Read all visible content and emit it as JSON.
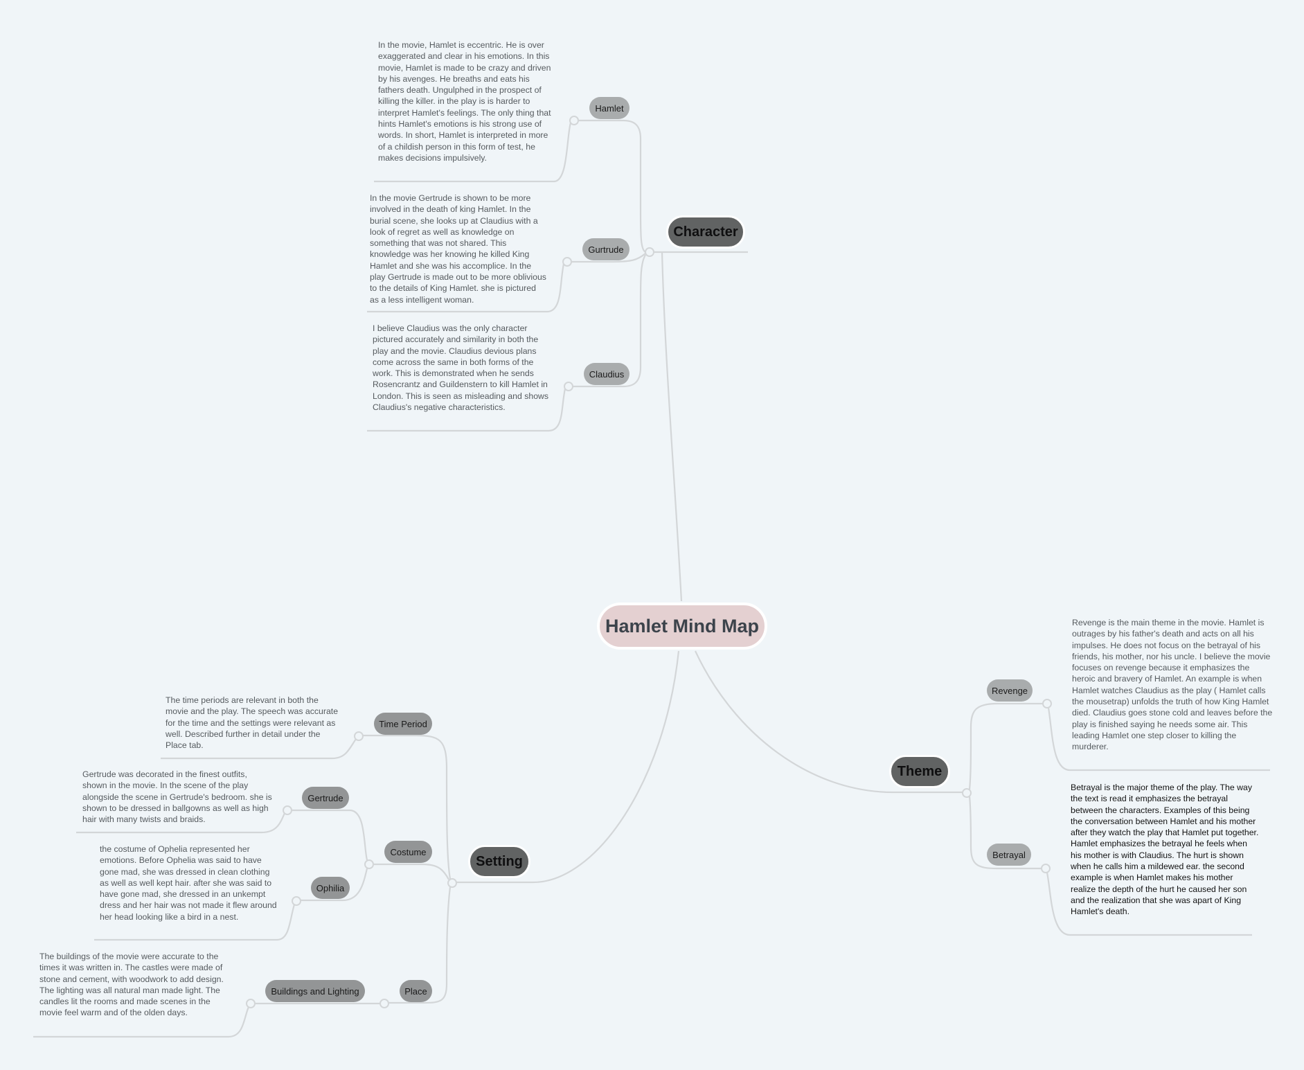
{
  "root": {
    "label": "Hamlet Mind Map",
    "color": "#e4d0d1"
  },
  "branches": {
    "character": {
      "label": "Character",
      "children": [
        {
          "label": "Hamlet",
          "note": "In the movie, Hamlet is eccentric. He is over exaggerated and clear in his emotions. In this movie, Hamlet is made to be crazy and driven by his avenges. He breaths and eats his fathers death. Ungulphed in the prospect of killing the killer. in the play is is harder to interpret Hamlet's feelings. The only thing that hints Hamlet's emotions is his strong use of words. In short, Hamlet is interpreted in more of a childish person in this form of test, he makes decisions impulsively."
        },
        {
          "label": "Gurtrude",
          "note": "In the movie Gertrude is shown to be more involved in the death of king Hamlet. In the burial scene, she looks up at Claudius with a look of regret as well as knowledge on something that was not shared. This knowledge was her knowing he killed King Hamlet and she was his accomplice. In the play Gertrude is made out to be more oblivious to the details of King Hamlet. she is pictured as a less intelligent woman."
        },
        {
          "label": "Claudius",
          "note": "I believe Claudius was the only character pictured accurately and similarity in both the play and the movie. Claudius devious plans come across the same in both forms of the work. This is demonstrated when he sends Rosencrantz and Guildenstern to kill Hamlet in London. This is seen as misleading and shows Claudius's negative characteristics."
        }
      ]
    },
    "theme": {
      "label": "Theme",
      "children": [
        {
          "label": "Revenge",
          "note": "Revenge is the main theme in the movie. Hamlet is outrages by his father's death and acts on all his impulses. He does not focus on the betrayal of his friends, his mother, nor his uncle. I believe the movie focuses on revenge because it emphasizes the heroic and bravery of Hamlet. An example is when Hamlet watches Claudius as the play ( Hamlet calls the mousetrap) unfolds the truth of how King Hamlet died. Claudius goes stone cold and leaves before the play is finished saying he needs some air. This leading Hamlet one step closer to killing the murderer."
        },
        {
          "label": "Betrayal",
          "note": "Betrayal is the major theme of the play. The way the text is read it emphasizes the betrayal between the characters. Examples of this being the conversation between Hamlet and his mother after they watch the play that Hamlet put together. Hamlet emphasizes the betrayal he feels when his mother is with Claudius. The hurt is shown when he calls him a mildewed ear. the second example is when Hamlet makes his mother realize the depth of the hurt he caused her son and the realization that she was apart of King Hamlet's death."
        }
      ]
    },
    "setting": {
      "label": "Setting",
      "children": [
        {
          "label": "Time Period",
          "note": "The time periods are relevant in both the movie and the play. The speech was accurate for the time and the settings were relevant as well. Described further in detail under the Place tab."
        },
        {
          "label": "Costume",
          "children": [
            {
              "label": "Gertrude",
              "note": "Gertrude was decorated in the finest outfits, shown in the movie. In the scene of the play alongside the scene in Gertrude's bedroom. she is shown to be dressed in ballgowns as well as high hair with many twists and braids."
            },
            {
              "label": "Ophilia",
              "note": "the costume of Ophelia represented her emotions. Before Ophelia was said to have gone mad, she was dressed in clean clothing as well as well kept hair. after she was said to have gone mad, she dressed in an unkempt dress and her hair was not made it flew around her head looking like a bird in a nest."
            }
          ]
        },
        {
          "label": "Place",
          "children": [
            {
              "label": "Buildings and Lighting",
              "note": "The buildings of the movie were accurate to the times it was written in. The castles were made of stone and cement, with woodwork to add design. The lighting was all natural man made light. The candles lit the rooms and made scenes in the movie feel warm and of the olden days."
            }
          ]
        }
      ]
    }
  },
  "colors": {
    "background": "#f0f5f8",
    "main_topic": "#616363",
    "subtopic": "#a9acad",
    "subtopic_setting": "#939596",
    "connector": "#d3d6d8"
  }
}
